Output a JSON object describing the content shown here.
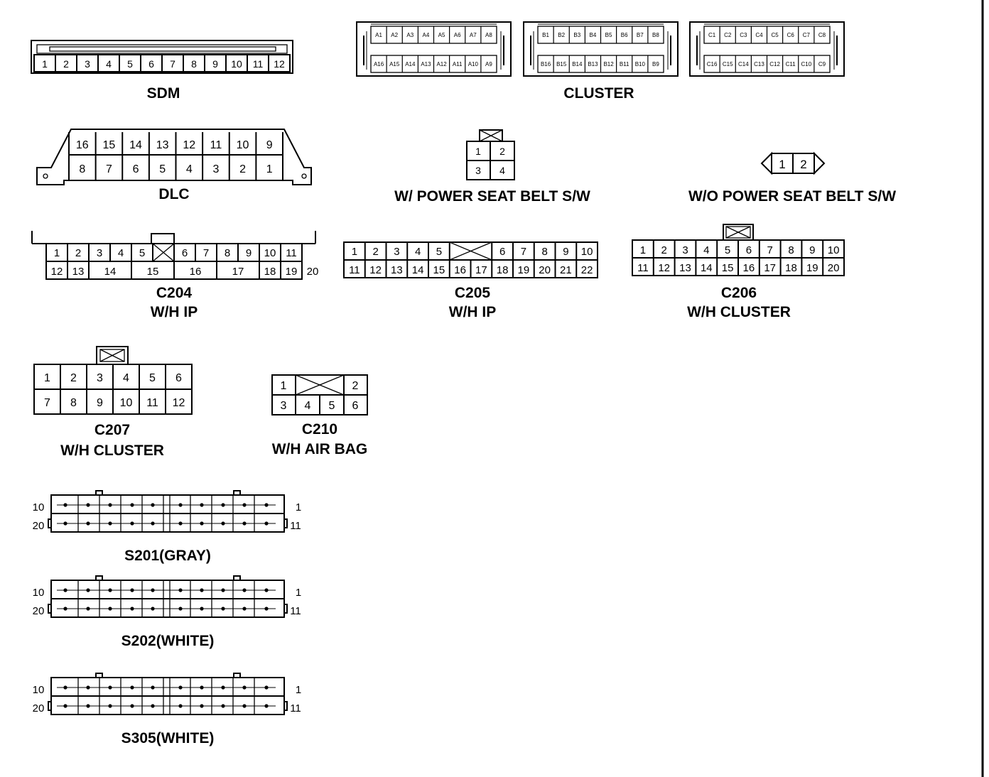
{
  "connectors": {
    "sdm": {
      "label": "SDM",
      "pins": [
        "1",
        "2",
        "3",
        "4",
        "5",
        "6",
        "7",
        "8",
        "9",
        "10",
        "11",
        "12"
      ]
    },
    "cluster": {
      "label": "CLUSTER",
      "a_top": [
        "A1",
        "A2",
        "A3",
        "A4",
        "A5",
        "A6",
        "A7",
        "A8"
      ],
      "a_bottom": [
        "A16",
        "A15",
        "A14",
        "A13",
        "A12",
        "A11",
        "A10",
        "A9"
      ],
      "b_top": [
        "B1",
        "B2",
        "B3",
        "B4",
        "B5",
        "B6",
        "B7",
        "B8"
      ],
      "b_bottom": [
        "B16",
        "B15",
        "B14",
        "B13",
        "B12",
        "B11",
        "B10",
        "B9"
      ],
      "c_top": [
        "C1",
        "C2",
        "C3",
        "C4",
        "C5",
        "C6",
        "C7",
        "C8"
      ],
      "c_bottom": [
        "C16",
        "C15",
        "C14",
        "C13",
        "C12",
        "C11",
        "C10",
        "C9"
      ]
    },
    "dlc": {
      "label": "DLC",
      "top": [
        "16",
        "15",
        "14",
        "13",
        "12",
        "11",
        "10",
        "9"
      ],
      "bottom": [
        "8",
        "7",
        "6",
        "5",
        "4",
        "3",
        "2",
        "1"
      ]
    },
    "w_power_seat_belt": {
      "label": "W/ POWER SEAT BELT S/W",
      "pins": [
        "1",
        "2",
        "3",
        "4"
      ]
    },
    "wo_power_seat_belt": {
      "label": "W/O POWER SEAT BELT S/W",
      "pins": [
        "1",
        "2"
      ]
    },
    "c204": {
      "label": "C204",
      "sublabel": "W/H IP",
      "top": [
        "1",
        "2",
        "3",
        "4",
        "5",
        "6",
        "7",
        "8",
        "9",
        "10",
        "11"
      ],
      "bottom": [
        "12",
        "13",
        "14",
        "15",
        "16",
        "17",
        "18",
        "19",
        "20"
      ]
    },
    "c205": {
      "label": "C205",
      "sublabel": "W/H IP",
      "top": [
        "1",
        "2",
        "3",
        "4",
        "5",
        "6",
        "7",
        "8",
        "9",
        "10"
      ],
      "bottom": [
        "11",
        "12",
        "13",
        "14",
        "15",
        "16",
        "17",
        "18",
        "19",
        "20",
        "21",
        "22"
      ]
    },
    "c206": {
      "label": "C206",
      "sublabel": "W/H CLUSTER",
      "top": [
        "1",
        "2",
        "3",
        "4",
        "5",
        "6",
        "7",
        "8",
        "9",
        "10"
      ],
      "bottom": [
        "11",
        "12",
        "13",
        "14",
        "15",
        "16",
        "17",
        "18",
        "19",
        "20"
      ]
    },
    "c207": {
      "label": "C207",
      "sublabel": "W/H CLUSTER",
      "top": [
        "1",
        "2",
        "3",
        "4",
        "5",
        "6"
      ],
      "bottom": [
        "7",
        "8",
        "9",
        "10",
        "11",
        "12"
      ]
    },
    "c210": {
      "label": "C210",
      "sublabel": "W/H AIR BAG",
      "top": [
        "1",
        "2"
      ],
      "bottom": [
        "3",
        "4",
        "5",
        "6"
      ]
    },
    "s201": {
      "label": "S201(GRAY)",
      "n10": "10",
      "n20": "20",
      "n1": "1",
      "n11": "11"
    },
    "s202": {
      "label": "S202(WHITE)",
      "n10": "10",
      "n20": "20",
      "n1": "1",
      "n11": "11"
    },
    "s305": {
      "label": "S305(WHITE)",
      "n10": "10",
      "n20": "20",
      "n1": "1",
      "n11": "11"
    }
  }
}
